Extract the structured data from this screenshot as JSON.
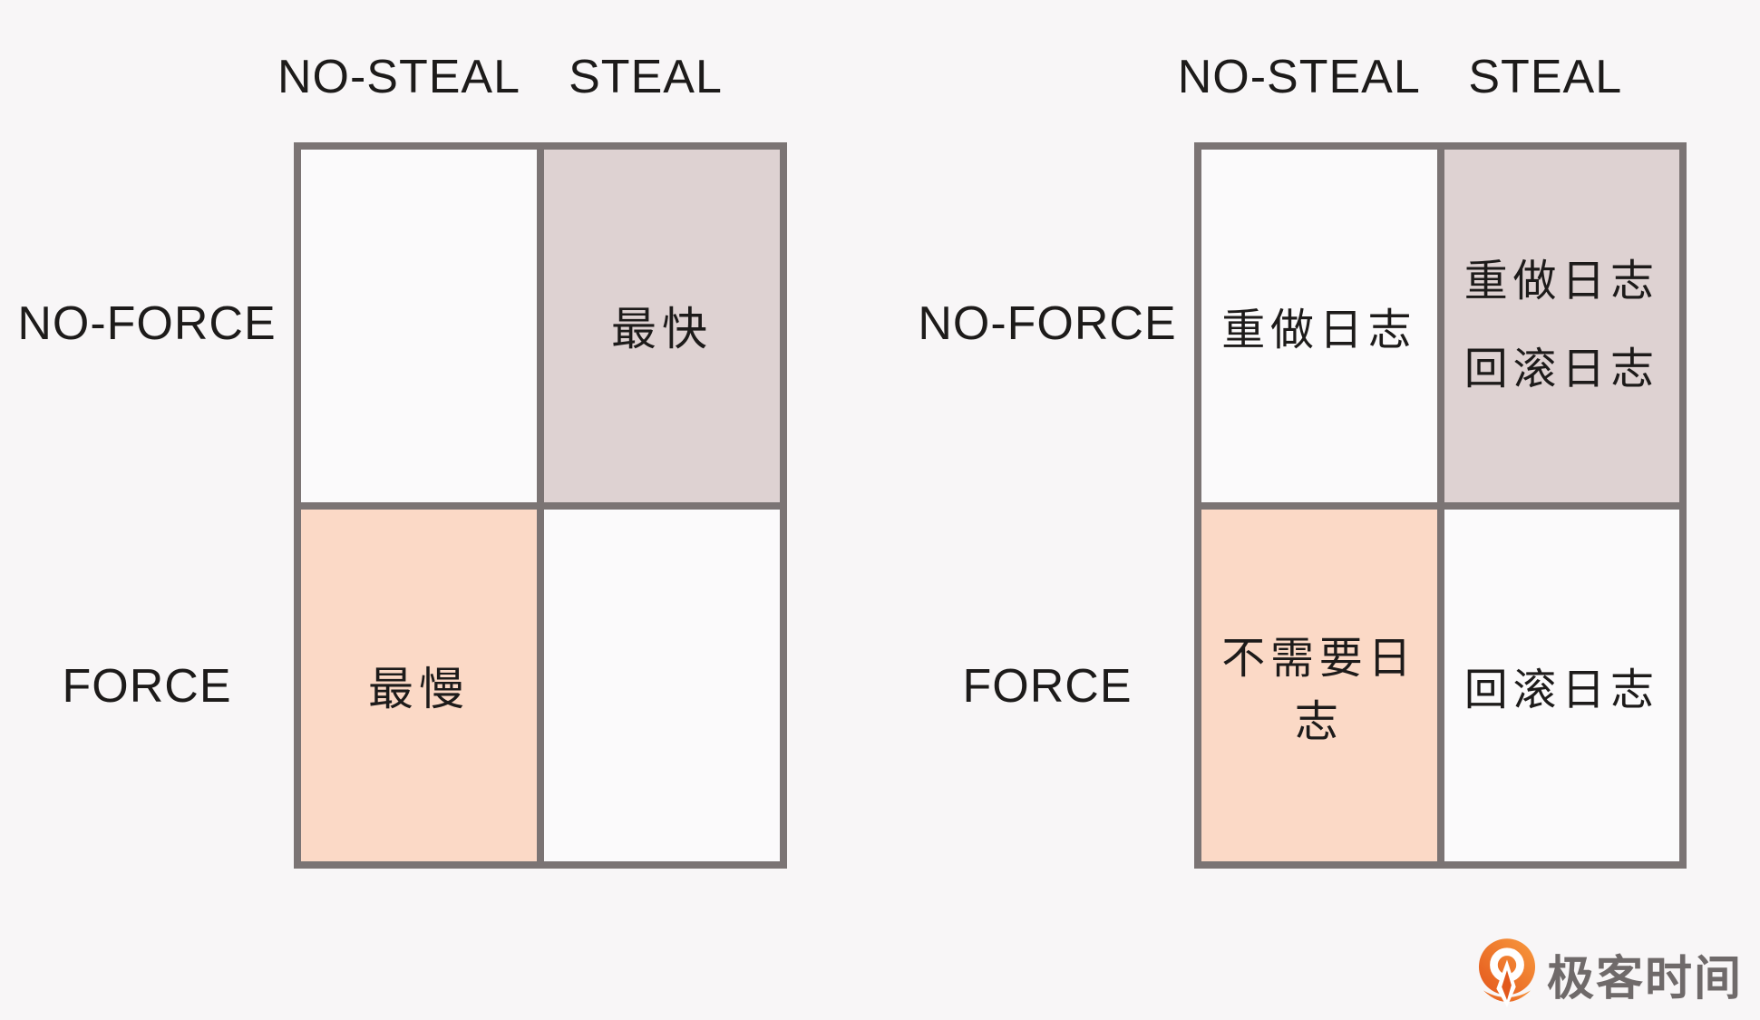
{
  "background": "#f8f6f7",
  "colors": {
    "background": "#f8f6f7",
    "border": "#7b7474",
    "cell_white": "#fbfafb",
    "cell_pink": "#ded2d2",
    "cell_peach": "#fbd9c6",
    "text": "#1d1b1a",
    "logo_text": "#6f6a6a",
    "logo_orange": "#ee7425"
  },
  "matrices": [
    {
      "id": "performance-matrix",
      "col_headers": [
        "NO-STEAL",
        "STEAL"
      ],
      "row_headers": [
        "NO-FORCE",
        "FORCE"
      ],
      "cells": [
        {
          "row": "NO-FORCE",
          "col": "NO-STEAL",
          "variant": "white",
          "text": ""
        },
        {
          "row": "NO-FORCE",
          "col": "STEAL",
          "variant": "pink",
          "text": "最快"
        },
        {
          "row": "FORCE",
          "col": "NO-STEAL",
          "variant": "peach",
          "text": "最慢"
        },
        {
          "row": "FORCE",
          "col": "STEAL",
          "variant": "white",
          "text": ""
        }
      ]
    },
    {
      "id": "logging-matrix",
      "col_headers": [
        "NO-STEAL",
        "STEAL"
      ],
      "row_headers": [
        "NO-FORCE",
        "FORCE"
      ],
      "cells": [
        {
          "row": "NO-FORCE",
          "col": "NO-STEAL",
          "variant": "white",
          "text": "重做日志"
        },
        {
          "row": "NO-FORCE",
          "col": "STEAL",
          "variant": "pink",
          "lines": [
            "重做日志",
            "回滚日志"
          ]
        },
        {
          "row": "FORCE",
          "col": "NO-STEAL",
          "variant": "peach",
          "text": "不需要日志"
        },
        {
          "row": "FORCE",
          "col": "STEAL",
          "variant": "white",
          "text": "回滚日志"
        }
      ]
    }
  ],
  "logo": {
    "icon": "geektime-pin-icon",
    "text": "极客时间"
  }
}
